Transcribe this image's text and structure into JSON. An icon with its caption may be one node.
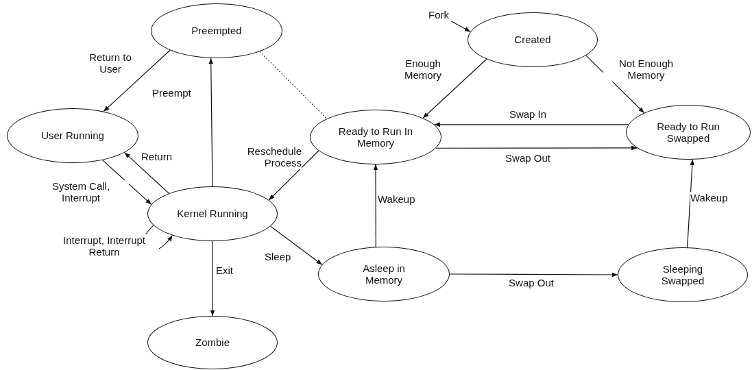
{
  "diagram": {
    "nodes": [
      {
        "text": [
          "Preempted"
        ]
      },
      {
        "text": [
          "Created"
        ]
      },
      {
        "text": [
          "User Running"
        ]
      },
      {
        "text": [
          "Ready to Run In Memory"
        ]
      },
      {
        "text": [
          "Ready to Run Swapped"
        ]
      },
      {
        "text": [
          "Kernel Running"
        ]
      },
      {
        "text": [
          "Asleep in Memory"
        ]
      },
      {
        "text": [
          "Sleeping Swapped"
        ]
      },
      {
        "text": [
          "Zombie"
        ]
      },
      {
        "text": [
          "Fork"
        ]
      }
    ],
    "edges": [
      {
        "from": 0,
        "to": 2,
        "arrow": "to",
        "label": "Return to User"
      },
      {
        "from": 5,
        "to": 0,
        "arrow": "to",
        "label": "Preempt"
      },
      {
        "from": 5,
        "to": 2,
        "arrow": "to",
        "label": "Return"
      },
      {
        "from": 2,
        "to": 5,
        "arrow": "to",
        "label": "System Call, Interrupt"
      },
      {
        "from": 5,
        "to": 5,
        "arrow": "to",
        "label": "Interrupt, Interrupt Return"
      },
      {
        "from": 3,
        "to": 5,
        "arrow": "to",
        "label": "Reschedule Process"
      },
      {
        "from": 0,
        "to": 3,
        "arrow": "none",
        "style": "dashed"
      },
      {
        "from": 9,
        "to": 1,
        "arrow": "to"
      },
      {
        "from": 1,
        "to": 3,
        "arrow": "to",
        "label": "Enough Memory"
      },
      {
        "from": 1,
        "to": 4,
        "arrow": "to",
        "label": "Not Enough Memory"
      },
      {
        "from": 4,
        "to": 3,
        "arrow": "to",
        "label": "Swap In"
      },
      {
        "from": 3,
        "to": 4,
        "arrow": "to",
        "label": "Swap Out"
      },
      {
        "from": 5,
        "to": 8,
        "arrow": "to",
        "label": "Exit"
      },
      {
        "from": 5,
        "to": 6,
        "arrow": "to",
        "label": "Sleep"
      },
      {
        "from": 6,
        "to": 3,
        "arrow": "to",
        "label": "Wakeup"
      },
      {
        "from": 6,
        "to": 7,
        "arrow": "to",
        "label": "Swap Out"
      },
      {
        "from": 7,
        "to": 4,
        "arrow": "to",
        "label": "Wakeup"
      }
    ]
  }
}
